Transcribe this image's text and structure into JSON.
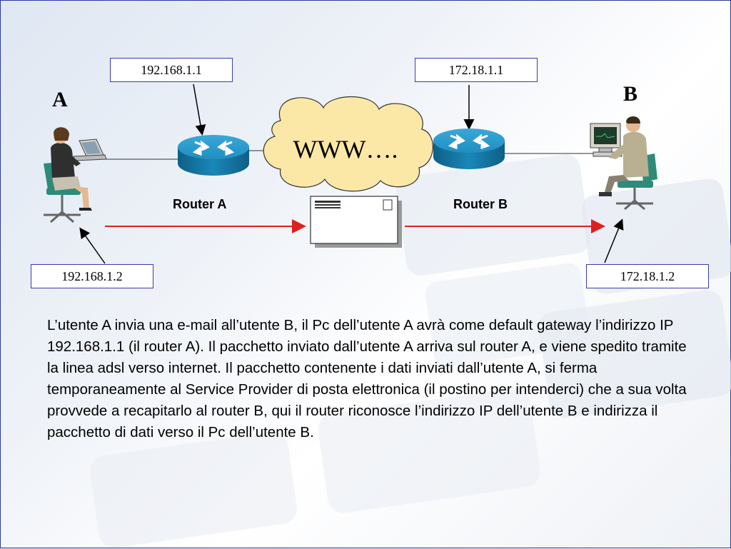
{
  "diagram": {
    "user_a_label": "A",
    "user_b_label": "B",
    "ip_router_a": "192.168.1.1",
    "ip_router_b": "172.18.1.1",
    "ip_user_a": "192.168.1.2",
    "ip_user_b": "172.18.1.2",
    "cloud_label": "WWW….",
    "router_a_label": "Router A",
    "router_b_label": "Router B"
  },
  "description": "L’utente A invia una e-mail all’utente B, il Pc dell’utente A avrà come default gateway l’indirizzo IP 192.168.1.1 (il router A). Il pacchetto inviato dall’utente A arriva sul router A, e viene spedito tramite la linea adsl verso internet. Il pacchetto contenente i dati inviati dall’utente A, si ferma temporaneamente al Service Provider di posta elettronica (il postino per intenderci) che a sua volta provvede a recapitarlo al router B, qui il router riconosce l’indirizzo IP dell’utente B e indirizza il pacchetto di dati verso il Pc dell’utente B.",
  "colors": {
    "router": "#1f8fc0",
    "cloud": "#fbe8a6",
    "arrow": "#e02020",
    "box_border": "#3a3ab0",
    "chair": "#2e8b7a"
  }
}
